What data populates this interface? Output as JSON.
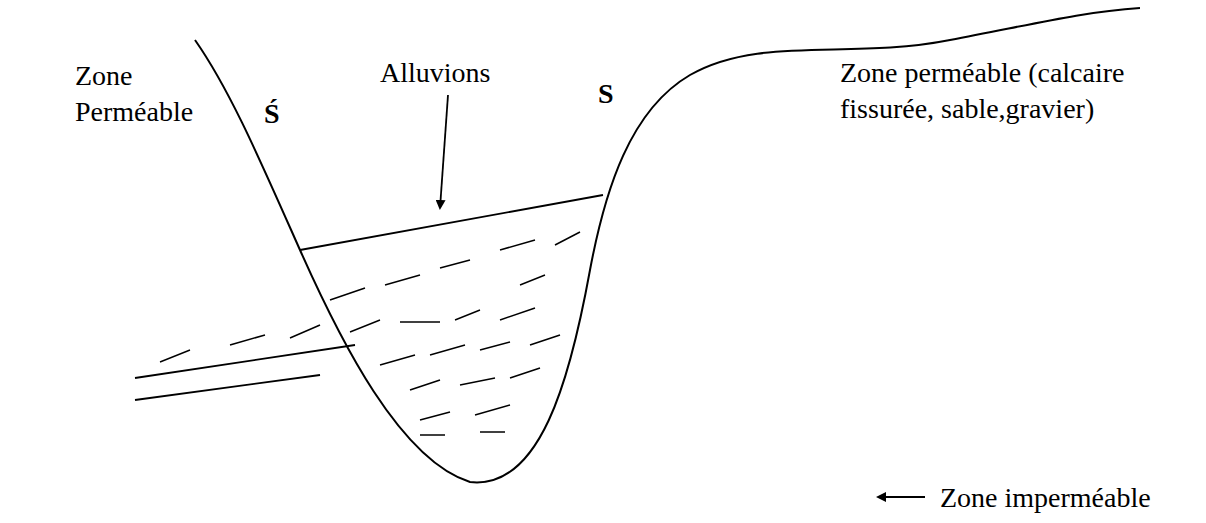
{
  "diagram": {
    "labels": [
      "Zone Perméable",
      "Ś",
      "Alluvions",
      "S",
      "Zone perméable (calcaire fissurée, sable,gravier)",
      "Zone imperméable"
    ]
  }
}
